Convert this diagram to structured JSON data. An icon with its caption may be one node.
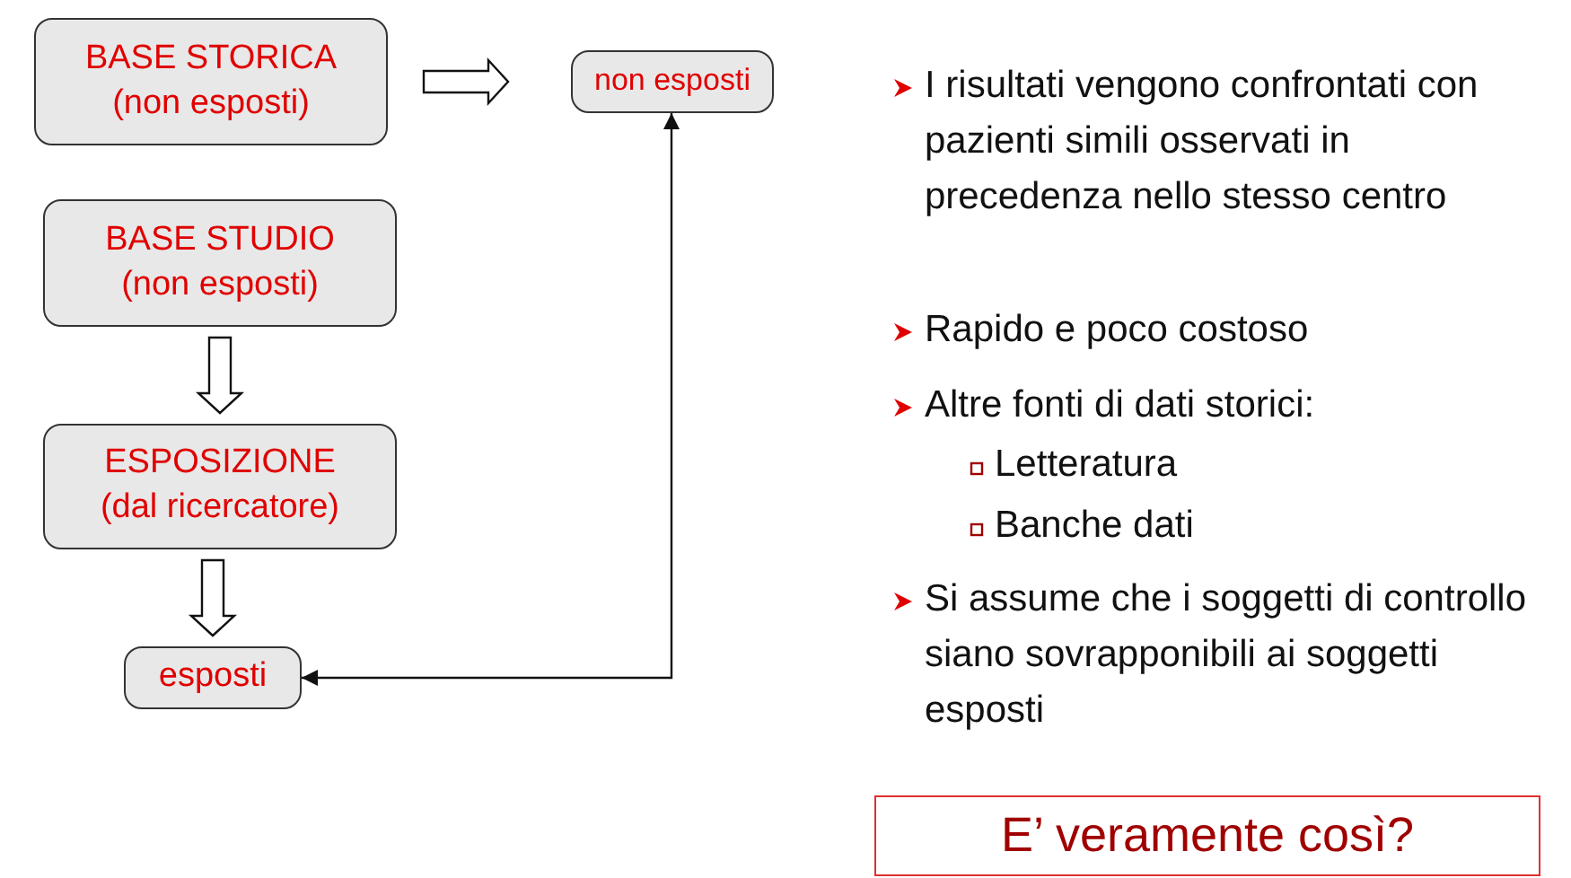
{
  "diagram": {
    "nodes": [
      {
        "text": [
          "BASE STORICA",
          "(non esposti)"
        ]
      },
      {
        "text": [
          "non esposti"
        ]
      },
      {
        "text": [
          "BASE STUDIO",
          "(non esposti)"
        ]
      },
      {
        "text": [
          "ESPOSIZIONE",
          "(dal ricercatore)"
        ]
      },
      {
        "text": [
          "esposti"
        ]
      },
      {
        "text": [
          "E’ veramente così?"
        ]
      }
    ],
    "edges": [
      {
        "from": 0,
        "to": 1,
        "arrow": "to",
        "style": "thick"
      },
      {
        "from": 2,
        "to": 3,
        "arrow": "to",
        "style": "thick"
      },
      {
        "from": 3,
        "to": 4,
        "arrow": "to",
        "style": "thick"
      },
      {
        "from": 4,
        "to": 1,
        "arrow": "both"
      }
    ],
    "labels": [
      "I risultati vengono confrontati con pazienti simili osservati in precedenza nello stesso centro",
      "Rapido e poco costoso",
      "Altre fonti di dati storici:",
      "Letteratura",
      "Banche dati",
      "Si assume che i soggetti di controllo siano sovrapponibili ai soggetti esposti"
    ]
  }
}
